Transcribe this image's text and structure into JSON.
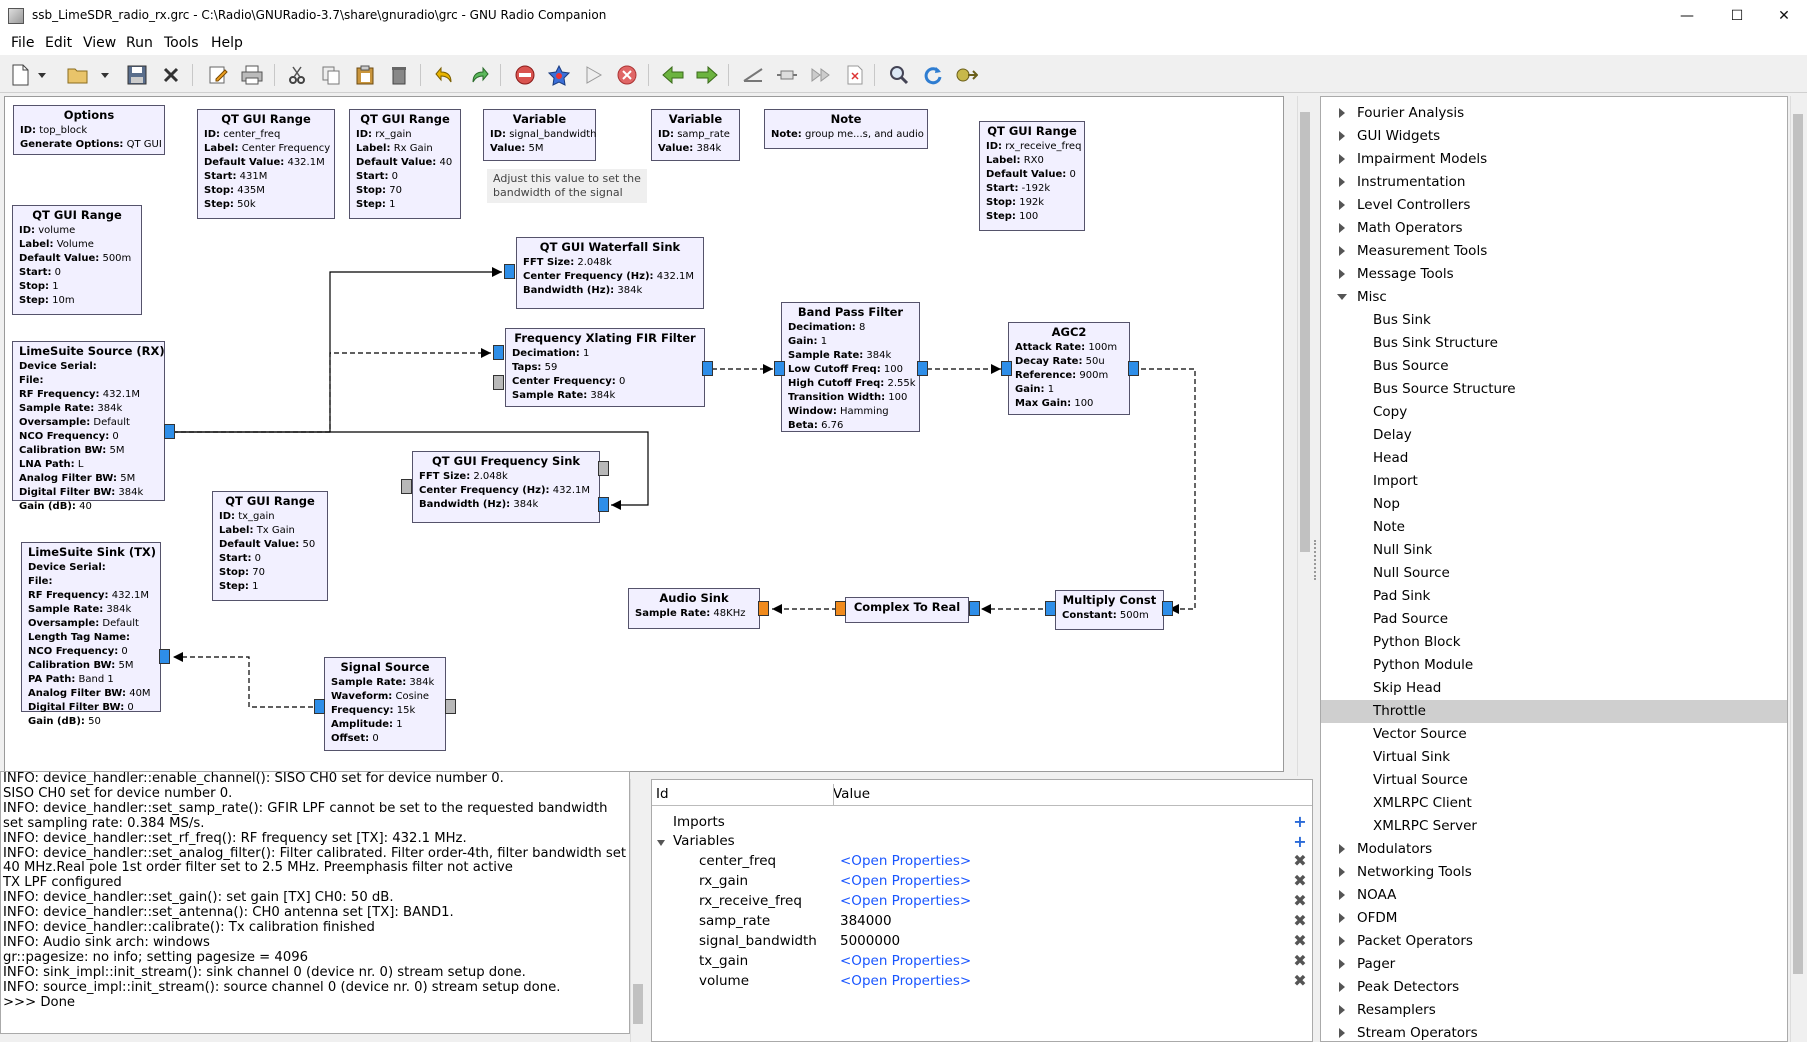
{
  "window": {
    "title": "ssb_LimeSDR_radio_rx.grc - C:\\Radio\\GNURadio-3.7\\share\\gnuradio\\grc - GNU Radio Companion",
    "minimize": "—",
    "maximize": "☐",
    "close": "✕"
  },
  "menubar": [
    "File",
    "Edit",
    "View",
    "Run",
    "Tools",
    "Help"
  ],
  "toolbar_icons": [
    "new-file-icon",
    "dropdown-arrow-icon",
    "open-file-icon",
    "dropdown-arrow-icon",
    "save-icon",
    "close-icon",
    "edit-properties-icon",
    "print-icon",
    "cut-icon",
    "copy-icon",
    "paste-icon",
    "delete-icon",
    "undo-icon",
    "redo-icon",
    "stop-icon",
    "generate-icon",
    "execute-icon",
    "kill-icon",
    "rotate-left-icon",
    "rotate-right-icon",
    "enable-icon",
    "bypass-icon",
    "disable-icon",
    "create-hier-icon",
    "find-icon",
    "reload-icon",
    "parser-icon"
  ],
  "blocks": [
    {
      "key": "options",
      "title": "Options",
      "rows": [
        [
          "ID:",
          "top_block"
        ],
        [
          "Generate Options:",
          "QT GUI"
        ]
      ]
    },
    {
      "key": "range-center-freq",
      "title": "QT GUI Range",
      "rows": [
        [
          "ID:",
          "center_freq"
        ],
        [
          "Label:",
          "Center Frequency"
        ],
        [
          "Default Value:",
          "432.1M"
        ],
        [
          "Start:",
          "431M"
        ],
        [
          "Stop:",
          "435M"
        ],
        [
          "Step:",
          "50k"
        ]
      ]
    },
    {
      "key": "range-rx-gain",
      "title": "QT GUI Range",
      "rows": [
        [
          "ID:",
          "rx_gain"
        ],
        [
          "Label:",
          "Rx Gain"
        ],
        [
          "Default Value:",
          "40"
        ],
        [
          "Start:",
          "0"
        ],
        [
          "Stop:",
          "70"
        ],
        [
          "Step:",
          "1"
        ]
      ]
    },
    {
      "key": "var-signal-bw",
      "title": "Variable",
      "rows": [
        [
          "ID:",
          "signal_bandwidth"
        ],
        [
          "Value:",
          "5M"
        ]
      ]
    },
    {
      "key": "var-samp-rate",
      "title": "Variable",
      "rows": [
        [
          "ID:",
          "samp_rate"
        ],
        [
          "Value:",
          "384k"
        ]
      ]
    },
    {
      "key": "note",
      "title": "Note",
      "rows": [
        [
          "Note:",
          "group me...s, and audio"
        ]
      ]
    },
    {
      "key": "range-rx-receive-freq",
      "title": "QT GUI Range",
      "rows": [
        [
          "ID:",
          "rx_receive_freq"
        ],
        [
          "Label:",
          "RX0"
        ],
        [
          "Default Value:",
          "0"
        ],
        [
          "Start:",
          "-192k"
        ],
        [
          "Stop:",
          "192k"
        ],
        [
          "Step:",
          "100"
        ]
      ]
    },
    {
      "key": "range-volume",
      "title": "QT GUI Range",
      "rows": [
        [
          "ID:",
          "volume"
        ],
        [
          "Label:",
          "Volume"
        ],
        [
          "Default Value:",
          "500m"
        ],
        [
          "Start:",
          "0"
        ],
        [
          "Stop:",
          "1"
        ],
        [
          "Step:",
          "10m"
        ]
      ]
    },
    {
      "key": "waterfall-sink",
      "title": "QT GUI Waterfall Sink",
      "rows": [
        [
          "FFT Size:",
          "2.048k"
        ],
        [
          "Center Frequency (Hz):",
          "432.1M"
        ],
        [
          "Bandwidth (Hz):",
          "384k"
        ]
      ]
    },
    {
      "key": "freq-xlating",
      "title": "Frequency Xlating FIR Filter",
      "rows": [
        [
          "Decimation:",
          "1"
        ],
        [
          "Taps:",
          "59"
        ],
        [
          "Center Frequency:",
          "0"
        ],
        [
          "Sample Rate:",
          "384k"
        ]
      ]
    },
    {
      "key": "band-pass",
      "title": "Band Pass Filter",
      "rows": [
        [
          "Decimation:",
          "8"
        ],
        [
          "Gain:",
          "1"
        ],
        [
          "Sample Rate:",
          "384k"
        ],
        [
          "Low Cutoff Freq:",
          "100"
        ],
        [
          "High Cutoff Freq:",
          "2.55k"
        ],
        [
          "Transition Width:",
          "100"
        ],
        [
          "Window:",
          "Hamming"
        ],
        [
          "Beta:",
          "6.76"
        ]
      ]
    },
    {
      "key": "agc2",
      "title": "AGC2",
      "rows": [
        [
          "Attack Rate:",
          "100m"
        ],
        [
          "Decay Rate:",
          "50u"
        ],
        [
          "Reference:",
          "900m"
        ],
        [
          "Gain:",
          "1"
        ],
        [
          "Max Gain:",
          "100"
        ]
      ]
    },
    {
      "key": "limesuite-source",
      "title": "LimeSuite Source (RX)",
      "rows": [
        [
          "Device Serial:",
          ""
        ],
        [
          "File:",
          ""
        ],
        [
          "RF Frequency:",
          "432.1M"
        ],
        [
          "Sample Rate:",
          "384k"
        ],
        [
          "Oversample:",
          "Default"
        ],
        [
          "NCO Frequency:",
          "0"
        ],
        [
          "Calibration BW:",
          "5M"
        ],
        [
          "LNA Path:",
          "L"
        ],
        [
          "Analog Filter BW:",
          "5M"
        ],
        [
          "Digital Filter BW:",
          "384k"
        ],
        [
          "Gain (dB):",
          "40"
        ]
      ]
    },
    {
      "key": "freq-sink",
      "title": "QT GUI Frequency Sink",
      "rows": [
        [
          "FFT Size:",
          "2.048k"
        ],
        [
          "Center Frequency (Hz):",
          "432.1M"
        ],
        [
          "Bandwidth (Hz):",
          "384k"
        ]
      ]
    },
    {
      "key": "range-tx-gain",
      "title": "QT GUI Range",
      "rows": [
        [
          "ID:",
          "tx_gain"
        ],
        [
          "Label:",
          "Tx Gain"
        ],
        [
          "Default Value:",
          "50"
        ],
        [
          "Start:",
          "0"
        ],
        [
          "Stop:",
          "70"
        ],
        [
          "Step:",
          "1"
        ]
      ]
    },
    {
      "key": "limesuite-sink",
      "title": "LimeSuite Sink (TX)",
      "rows": [
        [
          "Device Serial:",
          ""
        ],
        [
          "File:",
          ""
        ],
        [
          "RF Frequency:",
          "432.1M"
        ],
        [
          "Sample Rate:",
          "384k"
        ],
        [
          "Oversample:",
          "Default"
        ],
        [
          "Length Tag Name:",
          ""
        ],
        [
          "NCO Frequency:",
          "0"
        ],
        [
          "Calibration BW:",
          "5M"
        ],
        [
          "PA Path:",
          "Band 1"
        ],
        [
          "Analog Filter BW:",
          "40M"
        ],
        [
          "Digital Filter BW:",
          "0"
        ],
        [
          "Gain (dB):",
          "50"
        ]
      ]
    },
    {
      "key": "signal-source",
      "title": "Signal Source",
      "rows": [
        [
          "Sample Rate:",
          "384k"
        ],
        [
          "Waveform:",
          "Cosine"
        ],
        [
          "Frequency:",
          "15k"
        ],
        [
          "Amplitude:",
          "1"
        ],
        [
          "Offset:",
          "0"
        ]
      ]
    },
    {
      "key": "audio-sink",
      "title": "Audio Sink",
      "rows": [
        [
          "Sample Rate:",
          "48KHz"
        ]
      ]
    },
    {
      "key": "complex-to-real",
      "title": "Complex To Real",
      "rows": []
    },
    {
      "key": "multiply-const",
      "title": "Multiply Const",
      "rows": [
        [
          "Constant:",
          "500m"
        ]
      ]
    }
  ],
  "comment": [
    "Adjust this value to set the",
    "bandwidth of the signal"
  ],
  "console": [
    "INFO: device_handler::enable_channel(): SISO CH0 set for device number 0.",
    "SISO CH0 set for device number 0.",
    "INFO: device_handler::set_samp_rate(): GFIR LPF cannot be set to the requested bandwidth",
    "set sampling rate: 0.384 MS/s.",
    "INFO: device_handler::set_rf_freq(): RF frequency set [TX]: 432.1 MHz.",
    "INFO: device_handler::set_analog_filter(): Filter calibrated. Filter order-4th, filter bandwidth set to",
    "40 MHz.Real pole 1st order filter set to 2.5 MHz. Preemphasis filter not active",
    "TX LPF configured",
    "INFO: device_handler::set_gain(): set gain [TX] CH0: 50 dB.",
    "INFO: device_handler::set_antenna(): CH0 antenna set [TX]: BAND1.",
    "INFO: device_handler::calibrate(): Tx calibration finished",
    "INFO: Audio sink arch: windows",
    "gr::pagesize: no info; setting pagesize = 4096",
    "INFO: sink_impl::init_stream(): sink channel 0 (device nr. 0) stream setup done.",
    "INFO: source_impl::init_stream(): source channel 0 (device nr. 0) stream setup done.",
    "",
    ">>> Done"
  ],
  "vars_panel": {
    "col_id": "Id",
    "col_value": "Value",
    "imports": "Imports",
    "variables": "Variables",
    "rows": [
      {
        "id": "center_freq",
        "value": "<Open Properties>",
        "link": true
      },
      {
        "id": "rx_gain",
        "value": "<Open Properties>",
        "link": true
      },
      {
        "id": "rx_receive_freq",
        "value": "<Open Properties>",
        "link": true
      },
      {
        "id": "samp_rate",
        "value": "384000",
        "link": false
      },
      {
        "id": "signal_bandwidth",
        "value": "5000000",
        "link": false
      },
      {
        "id": "tx_gain",
        "value": "<Open Properties>",
        "link": true
      },
      {
        "id": "volume",
        "value": "<Open Properties>",
        "link": true
      }
    ]
  },
  "library": [
    {
      "label": "Fourier Analysis",
      "type": "cat"
    },
    {
      "label": "GUI Widgets",
      "type": "cat"
    },
    {
      "label": "Impairment Models",
      "type": "cat"
    },
    {
      "label": "Instrumentation",
      "type": "cat"
    },
    {
      "label": "Level Controllers",
      "type": "cat"
    },
    {
      "label": "Math Operators",
      "type": "cat"
    },
    {
      "label": "Measurement Tools",
      "type": "cat"
    },
    {
      "label": "Message Tools",
      "type": "cat"
    },
    {
      "label": "Misc",
      "type": "open"
    },
    {
      "label": "Bus Sink",
      "type": "item"
    },
    {
      "label": "Bus Sink Structure",
      "type": "item"
    },
    {
      "label": "Bus Source",
      "type": "item"
    },
    {
      "label": "Bus Source Structure",
      "type": "item"
    },
    {
      "label": "Copy",
      "type": "item"
    },
    {
      "label": "Delay",
      "type": "item"
    },
    {
      "label": "Head",
      "type": "item"
    },
    {
      "label": "Import",
      "type": "item"
    },
    {
      "label": "Nop",
      "type": "item"
    },
    {
      "label": "Note",
      "type": "item"
    },
    {
      "label": "Null Sink",
      "type": "item"
    },
    {
      "label": "Null Source",
      "type": "item"
    },
    {
      "label": "Pad Sink",
      "type": "item"
    },
    {
      "label": "Pad Source",
      "type": "item"
    },
    {
      "label": "Python Block",
      "type": "item"
    },
    {
      "label": "Python Module",
      "type": "item"
    },
    {
      "label": "Skip Head",
      "type": "item"
    },
    {
      "label": "Throttle",
      "type": "item",
      "selected": true
    },
    {
      "label": "Vector Source",
      "type": "item"
    },
    {
      "label": "Virtual Sink",
      "type": "item"
    },
    {
      "label": "Virtual Source",
      "type": "item"
    },
    {
      "label": "XMLRPC Client",
      "type": "item"
    },
    {
      "label": "XMLRPC Server",
      "type": "item"
    },
    {
      "label": "Modulators",
      "type": "cat"
    },
    {
      "label": "Networking Tools",
      "type": "cat"
    },
    {
      "label": "NOAA",
      "type": "cat"
    },
    {
      "label": "OFDM",
      "type": "cat"
    },
    {
      "label": "Packet Operators",
      "type": "cat"
    },
    {
      "label": "Pager",
      "type": "cat"
    },
    {
      "label": "Peak Detectors",
      "type": "cat"
    },
    {
      "label": "Resamplers",
      "type": "cat"
    },
    {
      "label": "Stream Operators",
      "type": "cat"
    }
  ]
}
